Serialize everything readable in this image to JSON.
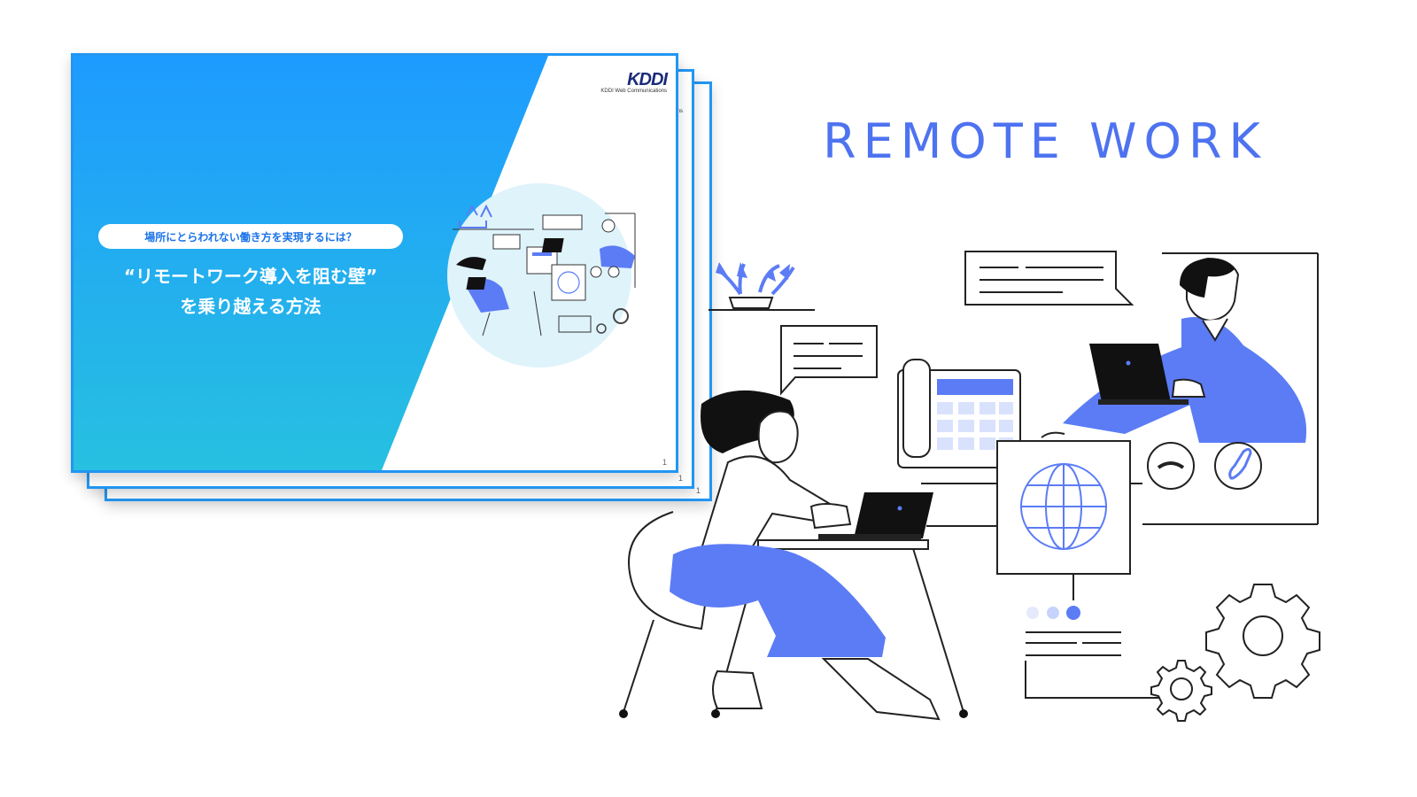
{
  "document_preview": {
    "logo": {
      "name": "KDDI",
      "subtitle": "KDDI Web Communications",
      "back_subtitle": "ions"
    },
    "pill_text": "場所にとらわれない働き方を実現するには？",
    "title_line1": "“リモートワーク導入を阻む壁”",
    "title_line2": "を乗り越える方法",
    "page_number": "1",
    "back_page_number_1": "1",
    "back_page_number_2": "1"
  },
  "headline": "REMOTE WORK",
  "colors": {
    "accent_blue": "#4e73f0",
    "page_border": "#2196f3",
    "gradient_top": "#1e9bff",
    "gradient_bottom": "#27c0e0",
    "circle_bg": "#dff3fb"
  },
  "icons": [
    "plant-icon",
    "chat-bubble-icon",
    "desk-phone-icon",
    "laptop-icon",
    "globe-icon",
    "hang-up-icon",
    "phone-icon",
    "gear-icon",
    "progress-dots-icon"
  ]
}
